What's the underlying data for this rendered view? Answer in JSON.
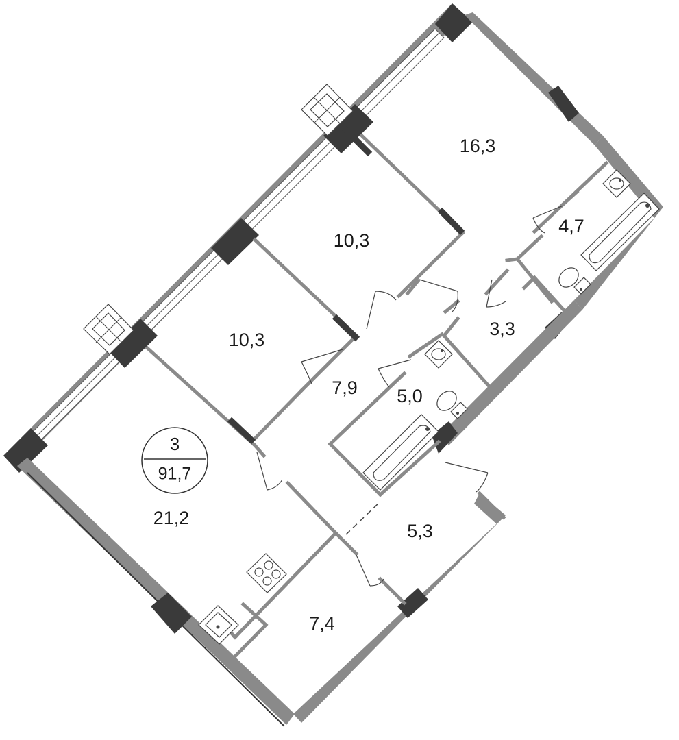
{
  "plan": {
    "rooms_count": "3",
    "total_area": "91,7",
    "rooms": [
      {
        "id": "living-kitchen",
        "area": "21,2"
      },
      {
        "id": "bedroom-1",
        "area": "10,3"
      },
      {
        "id": "bedroom-2",
        "area": "10,3"
      },
      {
        "id": "bedroom-master",
        "area": "16,3"
      },
      {
        "id": "bathroom-master",
        "area": "4,7"
      },
      {
        "id": "wardrobe",
        "area": "3,3"
      },
      {
        "id": "bathroom",
        "area": "5,0"
      },
      {
        "id": "hall",
        "area": "7,9"
      },
      {
        "id": "entrance",
        "area": "5,3"
      },
      {
        "id": "storage",
        "area": "7,4"
      }
    ]
  }
}
